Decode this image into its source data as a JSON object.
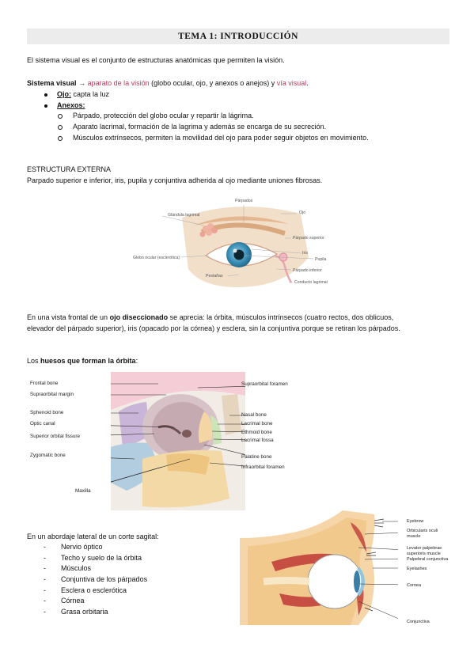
{
  "title": "TEMA 1: INTRODUCCIÓN",
  "intro": "El sistema visual es el conjunto de estructuras anatómicas que permiten la visión.",
  "sistema": {
    "label": "Sistema visual",
    "arrow": "→",
    "aparato": "aparato de la visión",
    "middle": "(globo ocular, ojo, y anexos o anejos) y",
    "via": "vía visual",
    "end": "."
  },
  "ojo": {
    "label": "Ojo:",
    "text": "capta la luz"
  },
  "anexos": {
    "label": "Anexos:",
    "items": [
      "Párpado, protección del globo ocular y repartir la lágrima.",
      "Aparato lacrimal, formación de la lagrima y además se encarga de su secreción.",
      "Músculos extrínsecos, permiten la movilidad del ojo para poder seguir objetos en movimiento."
    ]
  },
  "externa": {
    "heading": "ESTRUCTURA EXTERNA",
    "text": "Parpado superior e inferior, iris, pupila y conjuntiva adherida al ojo mediante uniones fibrosas."
  },
  "eye_labels": {
    "parpados": "Párpados",
    "ojo": "Ojo",
    "glandula": "Glándula lagrimal",
    "parpado_sup": "Párpado superior",
    "iris": "Iris",
    "pupila": "Pupila",
    "globo": "Globo ocular (esclerótica)",
    "parpado_inf": "Párpado inferior",
    "pestanas": "Pestañas",
    "conducto": "Conducto lagrimal"
  },
  "frontal": {
    "pre": "En una vista frontal de un",
    "bold": "ojo diseccionado",
    "post": "se aprecia: la órbita, músculos intrínsecos (cuatro rectos, dos oblicuos,",
    "line2": "elevador del párpado superior), iris (opacado por la córnea) y esclera, sin la conjuntiva porque se retiran los párpados."
  },
  "huesos": {
    "pre": "Los",
    "bold": "huesos que forman la órbita",
    "post": ":"
  },
  "orbit_labels": {
    "left": [
      "Frontal bone",
      "Supraorbital margin",
      "Sphenoid bone",
      "Optic canal",
      "Superior orbital fissure",
      "Zygomatic bone",
      "Maxilla"
    ],
    "right": [
      "Supraorbital foramen",
      "Nasal bone",
      "Lacrimal bone",
      "Ethmoid bone",
      "Lacrimal fossa",
      "Palatine bone",
      "Infraorbital foramen"
    ]
  },
  "sagital": {
    "intro": "En un abordaje lateral de un corte sagital:",
    "items": [
      "Nervio óptico",
      "Techo y suelo de la órbita",
      "Músculos",
      "Conjuntiva de los párpados",
      "Esclera o esclerótica",
      "Córnea",
      "Grasa orbitaria"
    ]
  },
  "sag_labels": {
    "eyebrow": "Eyebrow",
    "orbicularis1": "Orbicularis oculi",
    "orbicularis2": "muscle",
    "levator1": "Levator palpebrae",
    "levator2": "superioris muscle",
    "palpebral": "Palpebral conjunctiva",
    "eyelashes": "Eyelashes",
    "cornea": "Cornea",
    "conjunctiva": "Conjunctiva"
  }
}
